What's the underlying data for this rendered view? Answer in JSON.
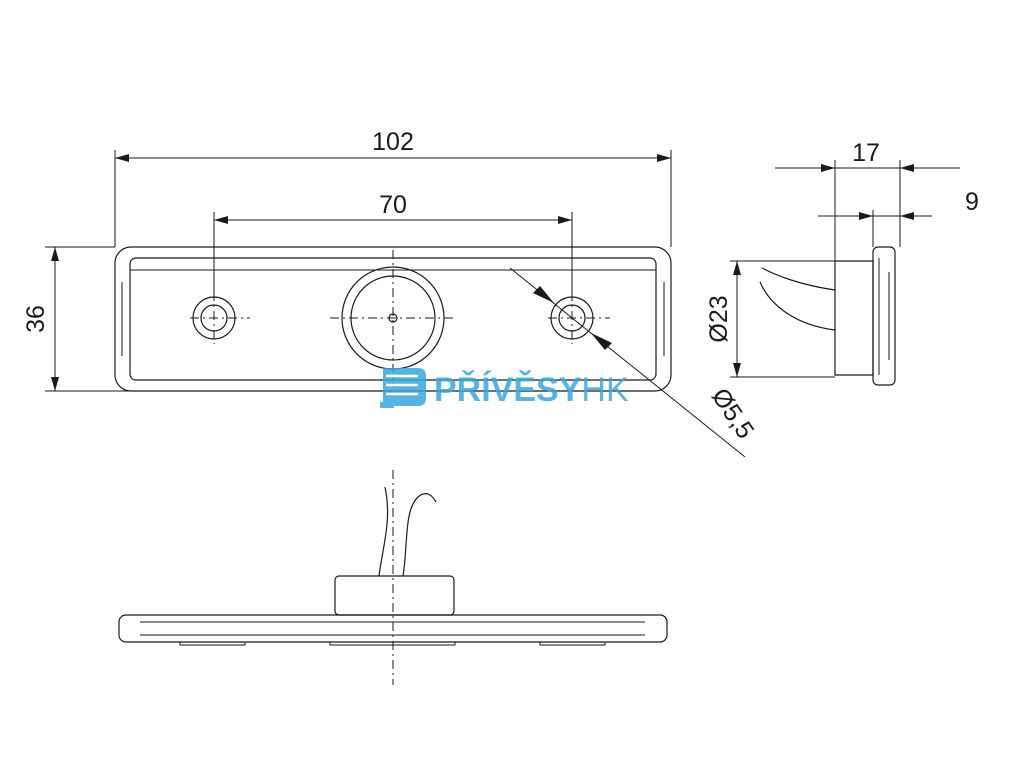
{
  "dimensions": {
    "overall_length": "102",
    "hole_spacing": "70",
    "height": "36",
    "side_depth": "17",
    "lip_thickness": "9",
    "lens_diameter": "Ø23",
    "hole_diameter": "Ø5,5"
  },
  "watermark": {
    "brand_bold": "PŘÍVĚSY",
    "brand_light": "HK"
  },
  "colors": {
    "line": "#1a1a1a",
    "watermark": "#3aa7dc"
  }
}
